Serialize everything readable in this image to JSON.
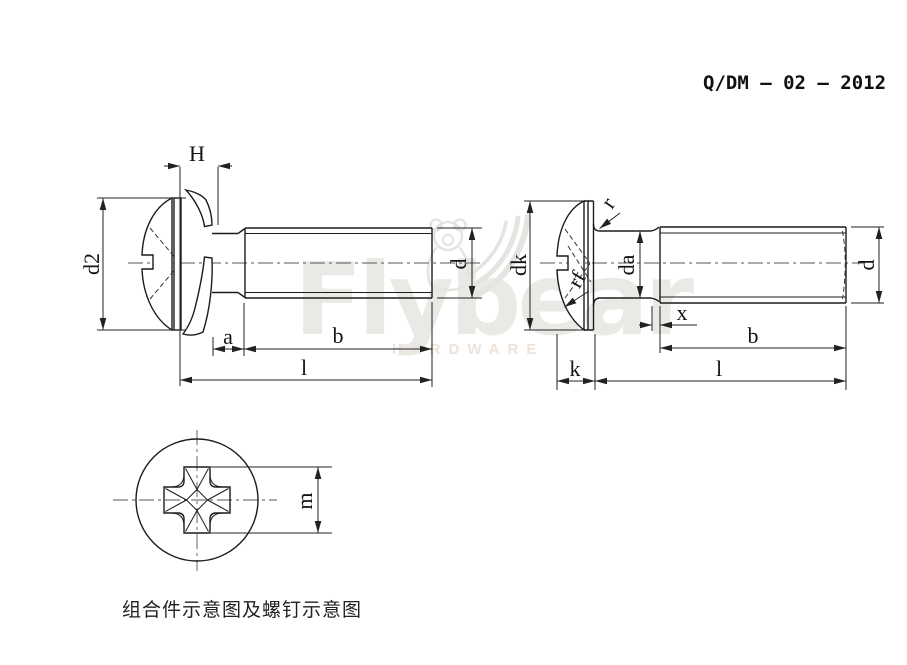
{
  "header": {
    "doc_number": "Q/DM – 02 – 2012"
  },
  "watermark": {
    "brand": "Flybear",
    "subtitle": "HARDWARE",
    "registered": "®"
  },
  "assembly_view": {
    "dim_labels": {
      "H": "H",
      "d2": "d2",
      "d": "d",
      "a": "a",
      "b": "b",
      "l": "l"
    }
  },
  "screw_view": {
    "dim_labels": {
      "dk": "dk",
      "r": "r",
      "rf": "rf",
      "da": "da",
      "d": "d",
      "x": "x",
      "b": "b",
      "k": "k",
      "l": "l"
    }
  },
  "recess_top_view": {
    "dim_labels": {
      "m": "m"
    }
  },
  "caption": {
    "text": "组合件示意图及螺钉示意图"
  },
  "colors": {
    "line": "#1c1c1c",
    "dimension": "#222222",
    "centerline": "#555555",
    "watermark_text": "#e9e9e6",
    "watermark_subtitle": "#ece3da",
    "background": "#ffffff"
  }
}
